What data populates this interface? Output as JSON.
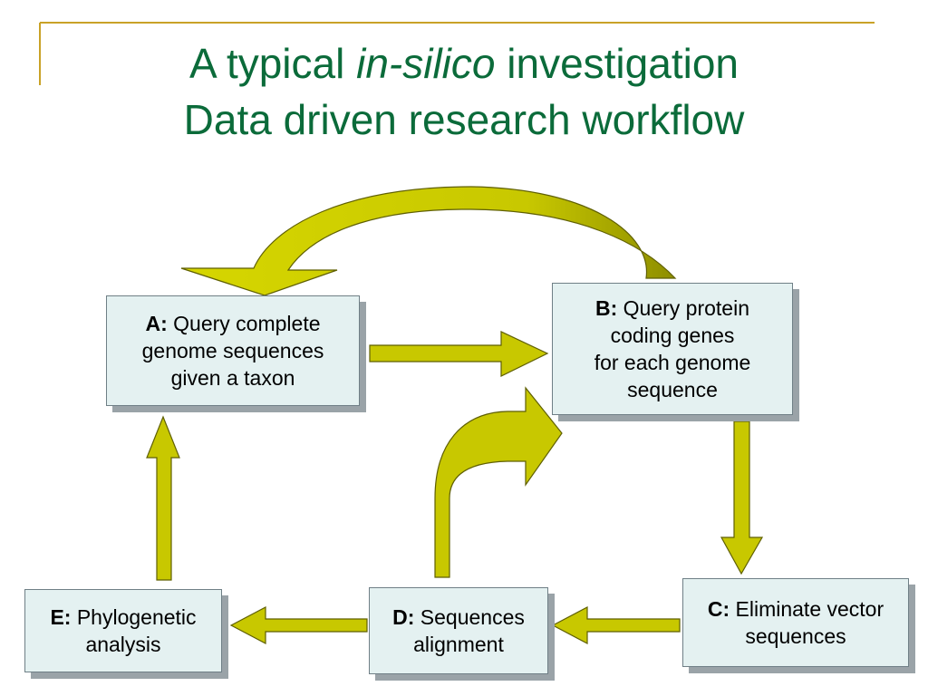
{
  "title": {
    "line1_pre": "A typical ",
    "line1_em": "in-silico",
    "line1_post": " investigation",
    "line2": "Data driven research workflow"
  },
  "colors": {
    "title": "#0b6b3a",
    "accent_rule": "#c9a227",
    "arrow_fill": "#c8c800",
    "arrow_stroke": "#6b6b00",
    "box_fill": "#e4f1f1"
  },
  "steps": {
    "a": {
      "id": "A:",
      "lines": [
        "Query complete",
        "genome sequences",
        "given a taxon"
      ]
    },
    "b": {
      "id": "B:",
      "lines": [
        "Query protein",
        "coding genes",
        "for each genome",
        "sequence"
      ]
    },
    "c": {
      "id": "C:",
      "lines": [
        "Eliminate vector",
        "sequences"
      ]
    },
    "d": {
      "id": "D:",
      "lines": [
        "Sequences",
        "alignment"
      ]
    },
    "e": {
      "id": "E:",
      "lines": [
        "Phylogenetic",
        "analysis"
      ]
    }
  }
}
